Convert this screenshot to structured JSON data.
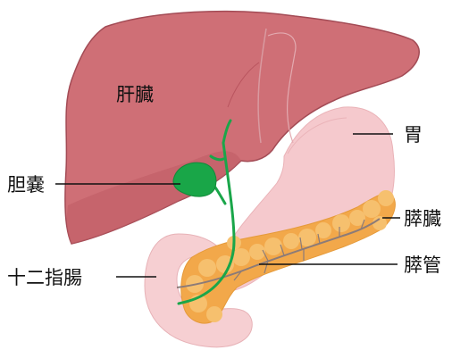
{
  "labels": {
    "liver": "肝臓",
    "stomach": "胃",
    "gallbladder": "胆嚢",
    "pancreas": "膵臓",
    "duodenum": "十二指腸",
    "pancreatic_duct": "膵管"
  },
  "colors": {
    "liver": "#cf6f76",
    "liver_edge": "#a34b55",
    "stomach": "#f5c9cd",
    "duodenum": "#f6cfd2",
    "pancreas": "#f2a84a",
    "pancreas_light": "#f6c06e",
    "bile_duct": "#1aa64a",
    "gallbladder": "#19a648",
    "pancreatic_duct": "#8c7b78",
    "leader_line": "#111111"
  }
}
